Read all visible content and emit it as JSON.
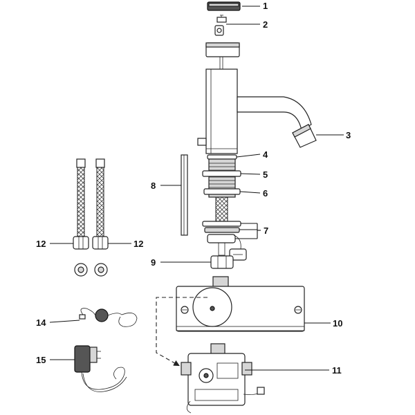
{
  "callouts": {
    "c1": "1",
    "c2": "2",
    "c3": "3",
    "c4": "4",
    "c5": "5",
    "c6": "6",
    "c7": "7",
    "c8": "8",
    "c9": "9",
    "c10": "10",
    "c11": "11",
    "c12_left": "12",
    "c12_right": "12",
    "c14": "14",
    "c15": "15"
  },
  "colors": {
    "line": "#222222",
    "shade": "#d6d6d6",
    "dark": "#555555"
  }
}
